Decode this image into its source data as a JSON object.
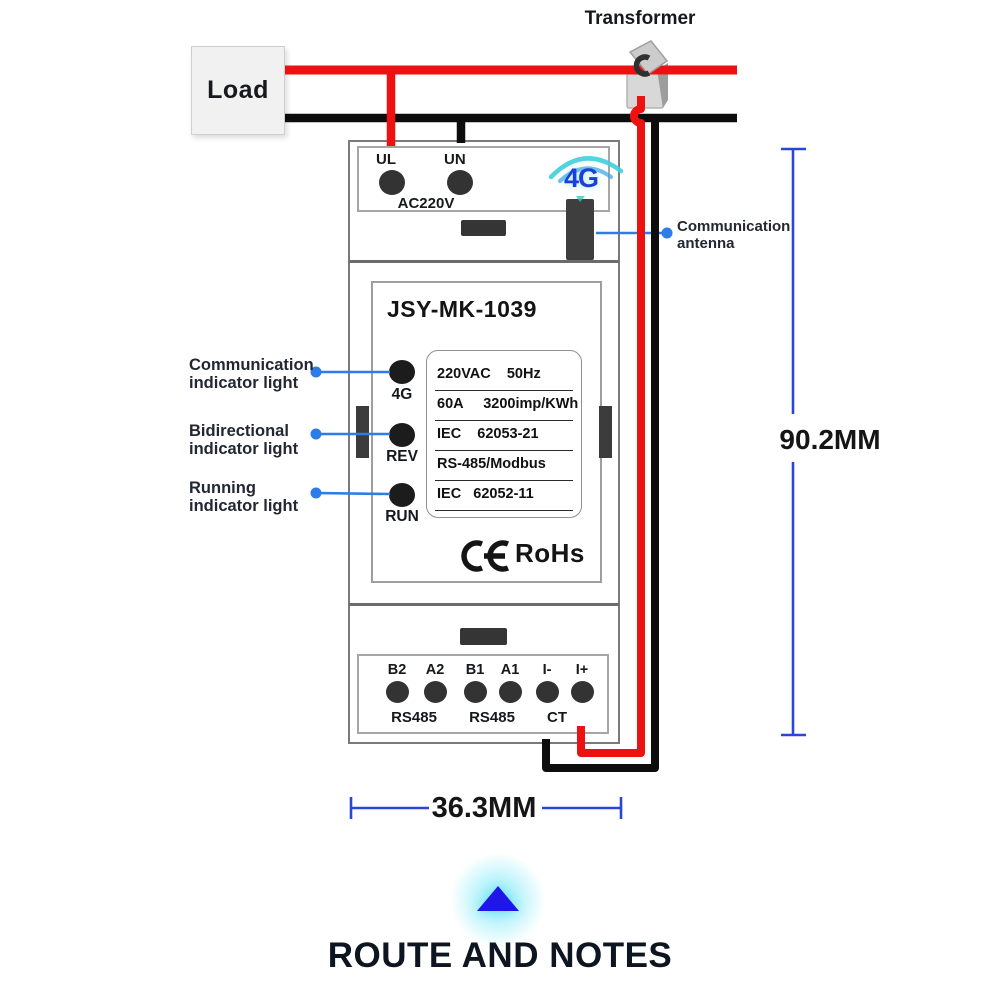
{
  "wiring": {
    "load_label": "Load",
    "transformer_label": "Transformer"
  },
  "device": {
    "model": "JSY-MK-1039",
    "top": {
      "ul": "UL",
      "un": "UN",
      "supply": "AC220V",
      "logo_4g": "4G"
    },
    "indicators": [
      "4G",
      "REV",
      "RUN"
    ],
    "specs": [
      "220VAC    50Hz",
      "60A     3200imp/KWh",
      "IEC    62053-21",
      "RS-485/Modbus",
      "IEC   62052-11"
    ],
    "cert_rohs": "RoHs",
    "terminals": {
      "labels": [
        "B2",
        "A2",
        "B1",
        "A1",
        "I-",
        "I+"
      ],
      "groups": [
        "RS485",
        "RS485",
        "CT"
      ]
    }
  },
  "annotations": {
    "comm_antenna": {
      "line1": "Communication",
      "line2": "antenna"
    },
    "indicator_notes": [
      {
        "line1": "Communication",
        "line2": "indicator light"
      },
      {
        "line1": "Bidirectional",
        "line2": "indicator light"
      },
      {
        "line1": "Running",
        "line2": "indicator light"
      }
    ]
  },
  "dimensions": {
    "height": "90.2MM",
    "width": "36.3MM"
  },
  "footer": {
    "title": "ROUTE AND NOTES"
  },
  "colors": {
    "wire_live_red": "#ee1111",
    "wire_neutral_black": "#0d0d0d",
    "leader_blue": "#2e7ce8",
    "dimension_blue": "#2a46d9",
    "logo_4g_blue": "#1d3fd6",
    "signal_teal": "#3ecfdc",
    "footer_triangle_blue": "#2016e8",
    "footer_glow_cyan": "#7ceef2"
  }
}
